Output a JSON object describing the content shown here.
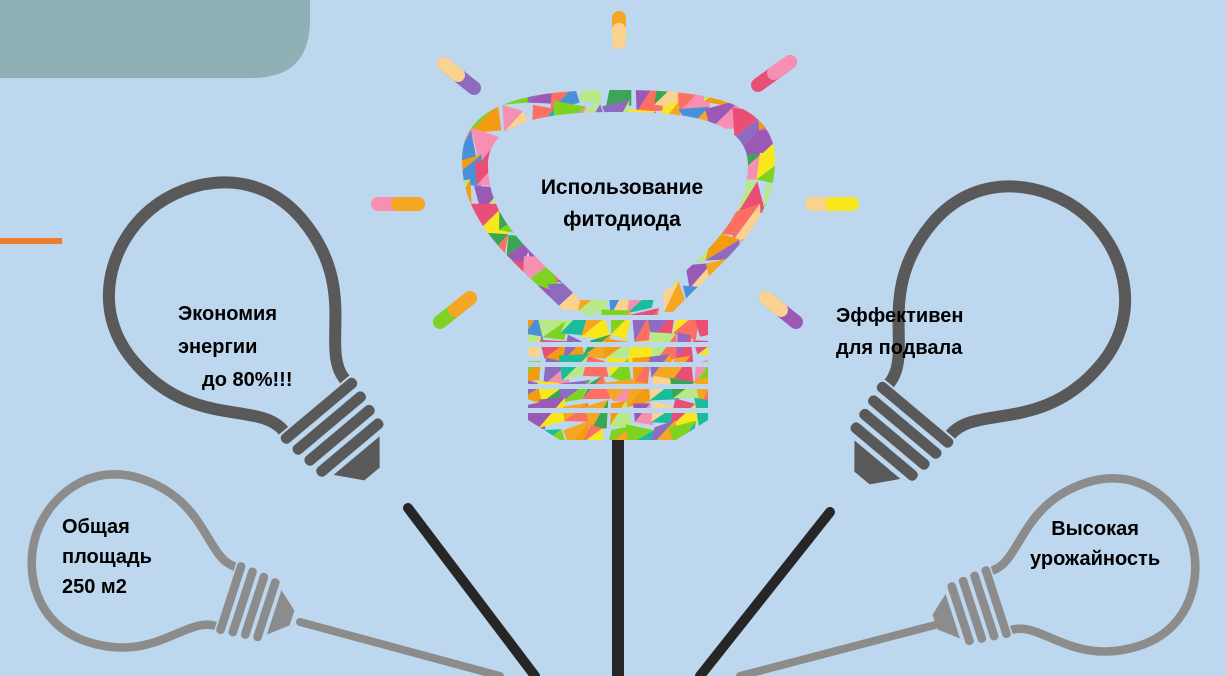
{
  "center_bulb": {
    "lines": [
      "Использование",
      "фитодиода"
    ]
  },
  "left_bulb_upper": {
    "lines": [
      "Экономия",
      "энергии",
      "до 80%!!!"
    ]
  },
  "left_bulb_lower": {
    "lines": [
      "Общая",
      "площадь",
      "250 м2"
    ]
  },
  "right_bulb_upper": {
    "lines": [
      "Эффективен",
      "для подвала"
    ]
  },
  "right_bulb_lower": {
    "lines": [
      "Высокая",
      "урожайность"
    ]
  },
  "colors": {
    "background": "#bdd7ee",
    "corner_tab": "#8fb0b4",
    "accent_line": "#ed7d31",
    "dark_bulb": "#595959",
    "light_bulb": "#8c8c8c",
    "wire": "#262626",
    "mosaic": [
      "#f5a623",
      "#e94e77",
      "#8e6bbf",
      "#3aa655",
      "#f8e71c",
      "#4a90d9",
      "#f78fb3",
      "#7ed321",
      "#ff6f61",
      "#b8e986",
      "#9b59b6",
      "#1abc9c",
      "#f39c12",
      "#fad390"
    ]
  }
}
